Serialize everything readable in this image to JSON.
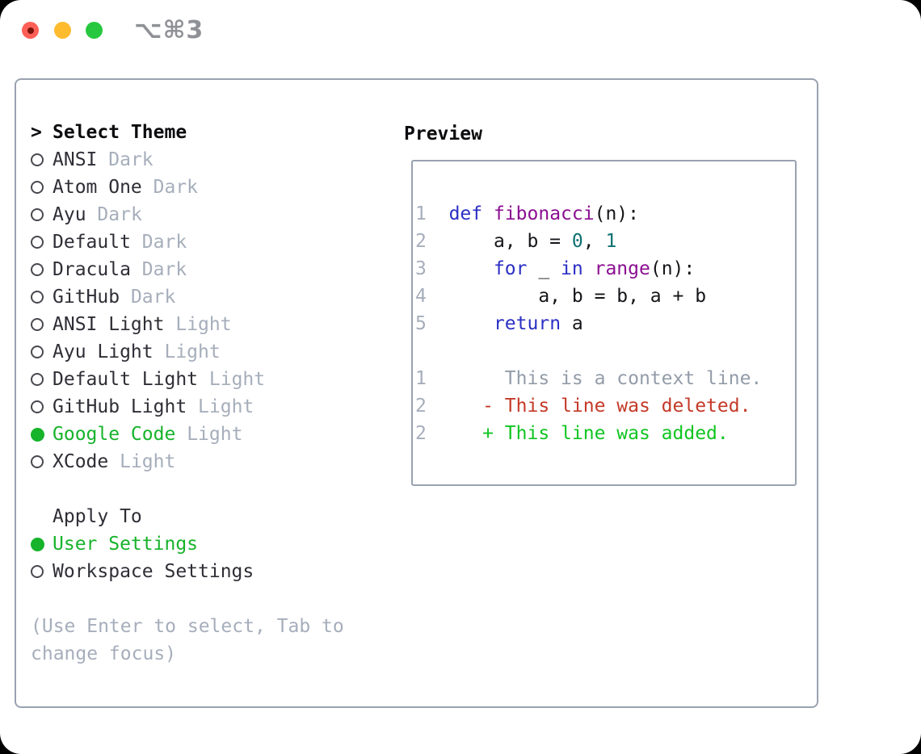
{
  "window": {
    "shortcut": "⌥⌘3",
    "traffic_lights": [
      "close-button",
      "minimize-button",
      "zoom-button"
    ]
  },
  "colors": {
    "tl_red": "#fe5f57",
    "tl_red_dot": "#7a140a",
    "tl_yellow": "#febb2e",
    "tl_green": "#27c83f",
    "titlebar_text": "#8f9196",
    "frame_border": "#9aa2b0",
    "accent_green": "#17b32b",
    "item_text": "#2e2e36",
    "muted_text": "#a6aebb",
    "line_number": "#a6aebb",
    "code_plain": "#16161a",
    "code_keyword": "#2b2fc4",
    "code_function": "#8b0f92",
    "code_literal": "#0e7070",
    "diff_context": "#939ca8",
    "diff_deleted": "#c43a28",
    "diff_added": "#10c522"
  },
  "theme_panel": {
    "title": "Select Theme",
    "focus_prefix": ">",
    "items": [
      {
        "name": "ANSI",
        "variant": "Dark",
        "selected": false
      },
      {
        "name": "Atom One",
        "variant": "Dark",
        "selected": false
      },
      {
        "name": "Ayu",
        "variant": "Dark",
        "selected": false
      },
      {
        "name": "Default",
        "variant": "Dark",
        "selected": false
      },
      {
        "name": "Dracula",
        "variant": "Dark",
        "selected": false
      },
      {
        "name": "GitHub",
        "variant": "Dark",
        "selected": false
      },
      {
        "name": "ANSI Light",
        "variant": "Light",
        "selected": false
      },
      {
        "name": "Ayu Light",
        "variant": "Light",
        "selected": false
      },
      {
        "name": "Default Light",
        "variant": "Light",
        "selected": false
      },
      {
        "name": "GitHub Light",
        "variant": "Light",
        "selected": false
      },
      {
        "name": "Google Code",
        "variant": "Light",
        "selected": true
      },
      {
        "name": "XCode",
        "variant": "Light",
        "selected": false
      }
    ],
    "apply_to": {
      "title": "Apply To",
      "options": [
        {
          "name": "User Settings",
          "selected": true
        },
        {
          "name": "Workspace Settings",
          "selected": false
        }
      ]
    },
    "help_lines": [
      "(Use Enter to select, Tab to",
      "change focus)"
    ]
  },
  "preview": {
    "title": "Preview",
    "lines": [
      {
        "tokens": [
          [
            "1",
            "ln"
          ],
          [
            "  ",
            "pl"
          ],
          [
            "def",
            "kw"
          ],
          [
            " ",
            "pl"
          ],
          [
            "fibonacci",
            "fn"
          ],
          [
            "(n):",
            "pl"
          ]
        ]
      },
      {
        "tokens": [
          [
            "2",
            "ln"
          ],
          [
            "      a, b = ",
            "pl"
          ],
          [
            "0",
            "lit"
          ],
          [
            ", ",
            "pl"
          ],
          [
            "1",
            "lit"
          ]
        ]
      },
      {
        "tokens": [
          [
            "3",
            "ln"
          ],
          [
            "      ",
            "pl"
          ],
          [
            "for",
            "kw"
          ],
          [
            " _ ",
            "pl"
          ],
          [
            "in",
            "kw"
          ],
          [
            " ",
            "pl"
          ],
          [
            "range",
            "fn"
          ],
          [
            "(n):",
            "pl"
          ]
        ]
      },
      {
        "tokens": [
          [
            "4",
            "ln"
          ],
          [
            "          a, b = b, a + b",
            "pl"
          ]
        ]
      },
      {
        "tokens": [
          [
            "5",
            "ln"
          ],
          [
            "      ",
            "pl"
          ],
          [
            "return",
            "kw"
          ],
          [
            " a",
            "pl"
          ]
        ]
      },
      {
        "tokens": []
      },
      {
        "tokens": [
          [
            "1",
            "ln"
          ],
          [
            "       This is a context line.",
            "ctx"
          ]
        ]
      },
      {
        "tokens": [
          [
            "2",
            "ln"
          ],
          [
            "     - This line was deleted.",
            "del"
          ]
        ]
      },
      {
        "tokens": [
          [
            "2",
            "ln"
          ],
          [
            "     + This line was added.",
            "add"
          ]
        ]
      }
    ]
  }
}
